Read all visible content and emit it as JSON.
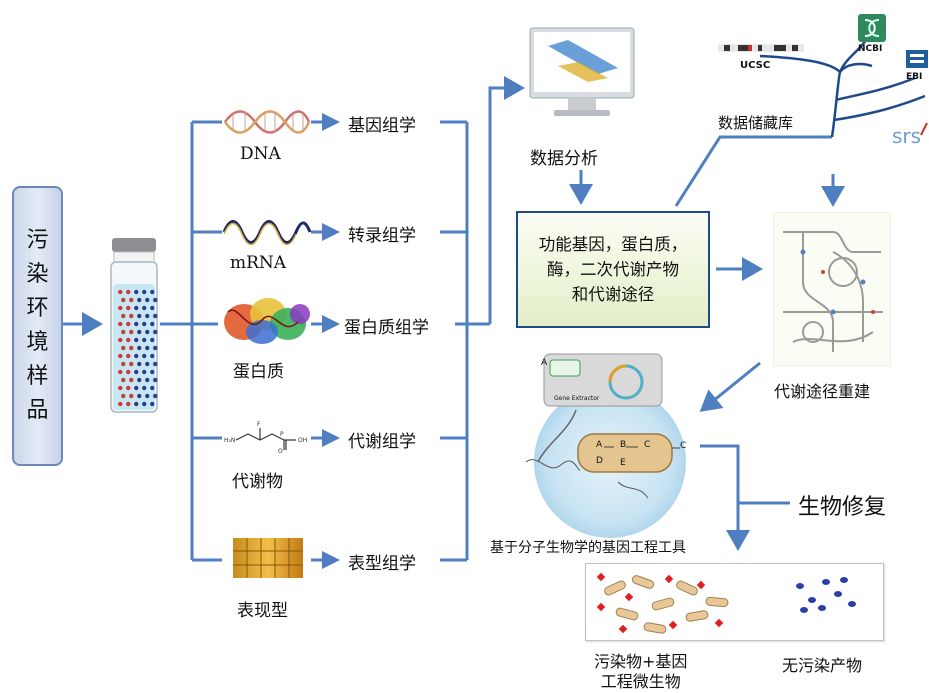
{
  "sample": {
    "chars": [
      "污",
      "染",
      "环",
      "境",
      "样",
      "品"
    ]
  },
  "molecules": {
    "dna": "DNA",
    "mrna": "mRNA",
    "protein": "蛋白质",
    "metabolite": "代谢物",
    "phenotype": "表现型"
  },
  "omics": {
    "genomics": "基因组学",
    "transcriptomics": "转录组学",
    "proteomics": "蛋白质组学",
    "metabolomics": "代谢组学",
    "phenomics": "表型组学"
  },
  "analysis": {
    "label": "数据分析"
  },
  "database": {
    "label": "数据储藏库",
    "ucsc": "UCSC",
    "ncbi": "NCBI",
    "ebi": "EBI",
    "srs": "srs"
  },
  "function_box": {
    "line1": "功能基因，蛋白质，",
    "line2": "酶，二次代谢产物",
    "line3": "和代谢途径"
  },
  "pathway": {
    "label": "代谢途径重建"
  },
  "tools": {
    "label": "基于分子生物学的基因工程工具",
    "gene_extractor": "Gene Extractor",
    "path_a": "A",
    "path_b": "B",
    "path_c": "C",
    "path_d": "D",
    "path_e": "E"
  },
  "bioremediation": {
    "label": "生物修复"
  },
  "bottom": {
    "left_line1": "污染物+基因",
    "left_line2": "工程微生物",
    "right": "无污染产物"
  },
  "colors": {
    "arrow": "#4f7fc0",
    "box_border": "#1f4a89",
    "sample_border": "#6b88b8"
  }
}
